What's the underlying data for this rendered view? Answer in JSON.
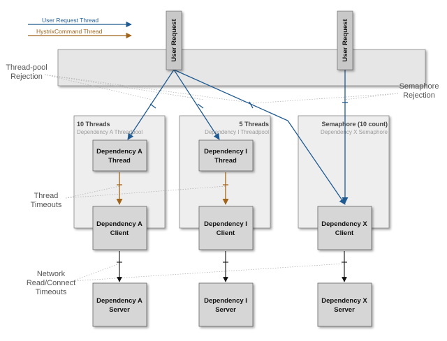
{
  "legend": {
    "user_request_thread": "User Request Thread",
    "hystrix_command_thread": "HystrixCommand Thread"
  },
  "colors": {
    "user_thread": "#1f5a91",
    "hystrix_thread": "#a0651b",
    "box_fill": "#d6d6d6",
    "pool_fill": "#eeeeee"
  },
  "user_requests": [
    "User Request",
    "User Request"
  ],
  "annotations": {
    "thread_pool_rejection": [
      "Thread-pool",
      "Rejection"
    ],
    "semaphore_rejection": [
      "Semaphore",
      "Rejection"
    ],
    "thread_timeouts": [
      "Thread",
      "Timeouts"
    ],
    "network_timeouts": [
      "Network",
      "Read/Connect",
      "Timeouts"
    ]
  },
  "pools": [
    {
      "title": "10 Threads",
      "subtitle": "Dependency A Threadpool"
    },
    {
      "title": "5 Threads",
      "subtitle": "Dependency I Threadpool"
    },
    {
      "title": "Semaphore (10 count)",
      "subtitle": "Dependency X Semaphore"
    }
  ],
  "threads": [
    [
      "Dependency A",
      "Thread"
    ],
    [
      "Dependency I",
      "Thread"
    ]
  ],
  "clients": [
    [
      "Dependency A",
      "Client"
    ],
    [
      "Dependency I",
      "Client"
    ],
    [
      "Dependency X",
      "Client"
    ]
  ],
  "servers": [
    [
      "Dependency A",
      "Server"
    ],
    [
      "Dependency I",
      "Server"
    ],
    [
      "Dependency X",
      "Server"
    ]
  ]
}
